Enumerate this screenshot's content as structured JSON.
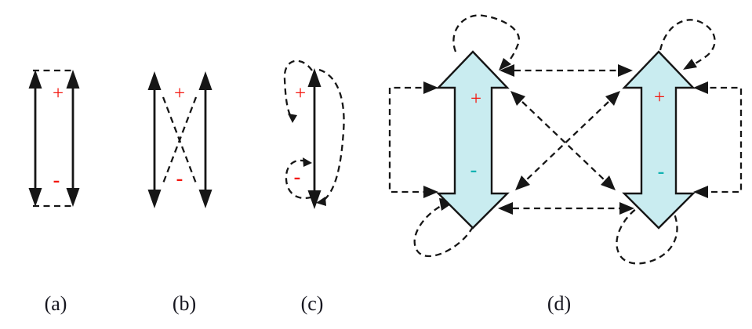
{
  "figure": {
    "type": "coupling-motif-diagram",
    "panels": {
      "a": {
        "label": "(a)",
        "plus": "+",
        "minus": "-"
      },
      "b": {
        "label": "(b)",
        "plus": "+",
        "minus": "-"
      },
      "c": {
        "label": "(c)",
        "plus": "+",
        "minus": "-"
      },
      "d": {
        "label": "(d)",
        "left_plus": "+",
        "left_minus": "-",
        "right_plus": "+",
        "right_minus": "-"
      }
    },
    "colors": {
      "line": "#161616",
      "block_arrow_fill": "#c9ecf0",
      "block_arrow_stroke": "#161616",
      "plus_sign": "#f3160e",
      "minus_sign_small_panels": "#f3160e",
      "minus_sign_block_panels": "#12b2b2",
      "label_text": "#16161f",
      "background": "#ffffff"
    }
  }
}
